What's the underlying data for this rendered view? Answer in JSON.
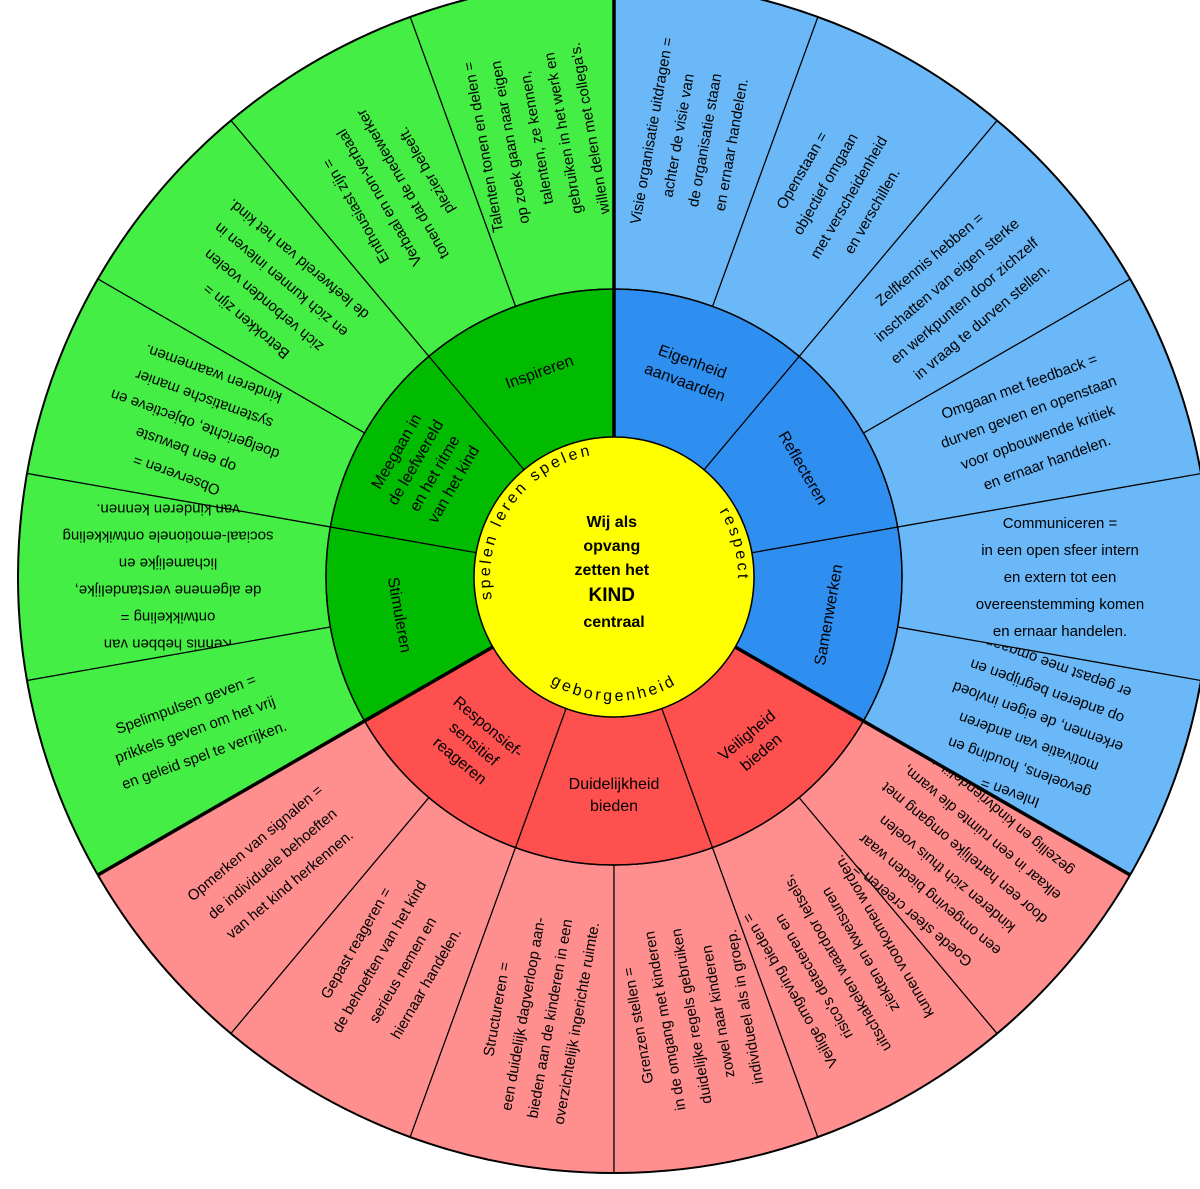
{
  "center": {
    "lines": [
      "Wij als",
      "opvang",
      "zetten het",
      "KIND",
      "centraal"
    ]
  },
  "ring_words": [
    "spelen leren spelen",
    "respect",
    "geborgenheid"
  ],
  "colors": {
    "green_outer": "#44ee44",
    "green_inner": "#00bb00",
    "blue_outer": "#6ab8f8",
    "blue_inner": "#2e8ff0",
    "red_outer": "#ff8f8f",
    "red_inner": "#ff5050",
    "center": "#ffff00",
    "lines": "#000000"
  },
  "groups": [
    {
      "color": "green",
      "themes": [
        {
          "label": [
            "Inspireren"
          ],
          "items": [
            [
              "Talenten tonen en delen =",
              "op zoek gaan naar eigen",
              "talenten, ze kennen,",
              "gebruiken in het werk en",
              "willen delen met collega's."
            ],
            [
              "Enthousiast zijn =",
              "Verbaal en non-verbaal",
              "tonen dat de medewerker",
              "plezier beleeft."
            ]
          ]
        },
        {
          "label": [
            "Meegaan in",
            "de leefwereld",
            "en het ritme",
            "van het kind"
          ],
          "items": [
            [
              "Betrokken zijn =",
              "zich verbonden voelen",
              "en zich kunnen inleven in",
              "de leefwereld van het kind."
            ],
            [
              "Observeren =",
              "op een bewuste",
              "doelgerichte, objectieve en",
              "systematische manier",
              "kinderen waarnemen."
            ]
          ]
        },
        {
          "label": [
            "Stimuleren"
          ],
          "items": [
            [
              "Kennis hebben van",
              "ontwikkeling =",
              "de algemene verstandelijke,",
              "lichamelijke en",
              "sociaal-emotionele ontwikkeling",
              "van kinderen kennen."
            ],
            [
              "Spelimpulsen geven =",
              "prikkels geven om het vrij",
              "en geleid spel te verrijken."
            ]
          ]
        }
      ]
    },
    {
      "color": "red",
      "themes": [
        {
          "label": [
            "Responsief-",
            "sensitief",
            "reageren"
          ],
          "items": [
            [
              "Opmerken van signalen =",
              "de individuele behoeften",
              "van het kind herkennen."
            ],
            [
              "Gepast reageren =",
              "de behoeften van het kind",
              "serieus nemen en",
              "hiernaar handelen."
            ]
          ]
        },
        {
          "label": [
            "Duidelijkheid",
            "bieden"
          ],
          "items": [
            [
              "Structureren =",
              "een duidelijk dagverloop aan-",
              "bieden aan de kinderen in een",
              "overzichtelijk ingerichte ruimte."
            ],
            [
              "Grenzen stellen =",
              "in de omgang met kinderen",
              "duidelijke regels gebruiken",
              "zowel naar kinderen",
              "individueel als in groep."
            ]
          ]
        },
        {
          "label": [
            "Veiligheid",
            "bieden"
          ],
          "items": [
            [
              "Veilige omgeving bieden =",
              "risico's detecteren en",
              "uitschakelen waardoor letsels,",
              "ziekten en kwetsuren",
              "kunnen voorkomen worden."
            ],
            [
              "Goede sfeer creëren =",
              "een omgeving bieden waar",
              "kinderen zich thuis voelen",
              "door een hartelijke omgang met",
              "elkaar in een ruimte die warm,",
              "gezellig en kindvriendelijk is."
            ]
          ]
        }
      ]
    },
    {
      "color": "blue",
      "themes": [
        {
          "label": [
            "Samenwerken"
          ],
          "items": [
            [
              "Inleven =",
              "gevoelens, houding en",
              "motivatie van anderen",
              "erkennen, de eigen invloed",
              "op anderen begrijpen en",
              "er gepast mee omgaan."
            ],
            [
              "Communiceren =",
              "in een open sfeer intern",
              "en extern tot een",
              "overeenstemming  komen",
              "en ernaar handelen."
            ]
          ]
        },
        {
          "label": [
            "Reflecteren"
          ],
          "items": [
            [
              "Omgaan met feedback =",
              "durven geven en openstaan",
              "voor opbouwende kritiek",
              "en ernaar handelen."
            ],
            [
              "Zelfkennis hebben =",
              "inschatten van eigen sterke",
              "en werkpunten door zichzelf",
              "in vraag te durven stellen."
            ]
          ]
        },
        {
          "label": [
            "Eigenheid",
            "aanvaarden"
          ],
          "items": [
            [
              "Openstaan =",
              "objectief omgaan",
              "met verscheidenheid",
              "en verschillen."
            ],
            [
              "Visie organisatie uitdragen =",
              "achter de visie van",
              "de organisatie staan",
              "en ernaar handelen."
            ]
          ]
        }
      ]
    }
  ]
}
